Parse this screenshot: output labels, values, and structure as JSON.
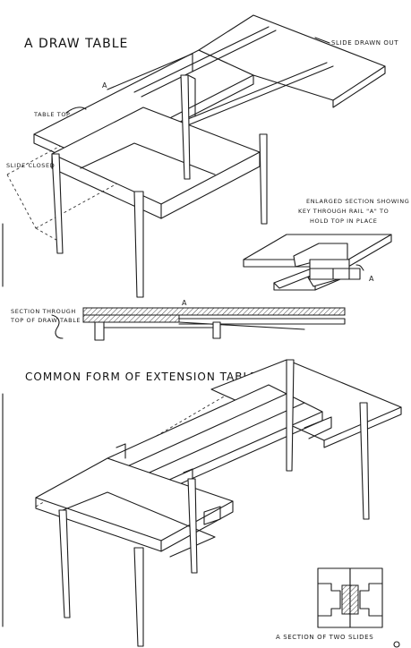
{
  "titles": {
    "draw_table": "A DRAW TABLE",
    "extension_table": "COMMON FORM OF EXTENSION TABLE"
  },
  "labels": {
    "slide_drawn_out": "SLIDE DRAWN OUT",
    "table_top": "TABLE TOP",
    "slide_closed": "SLIDE CLOSED",
    "rail_a_marker": "A",
    "enlarged_section_line1": "ENLARGED SECTION SHOWING",
    "enlarged_section_line2": "KEY THROUGH RAIL \"A\" TO",
    "enlarged_section_line3": "HOLD TOP IN PLACE",
    "enlarged_a_marker": "A",
    "section_through_line1": "SECTION THROUGH",
    "section_through_line2": "TOP OF DRAW TABLE",
    "section_a_marker": "A",
    "section_two_slides": "A SECTION OF TWO SLIDES"
  },
  "colors": {
    "ink": "#1c1c1c",
    "paper": "#ffffff"
  }
}
